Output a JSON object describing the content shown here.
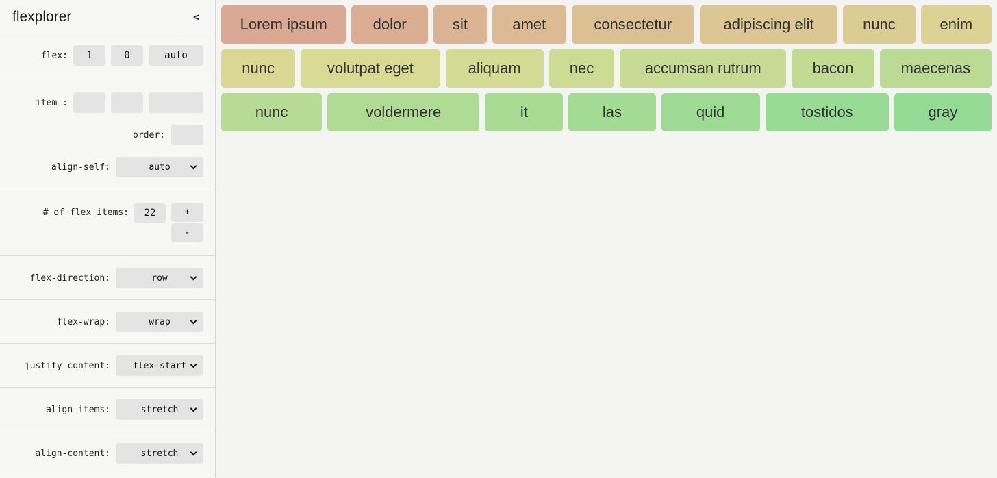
{
  "header": {
    "title": "flexplorer",
    "collapse_button": "<"
  },
  "controls": {
    "flex": {
      "label": "flex:",
      "grow": "1",
      "shrink": "0",
      "basis": "auto"
    },
    "item": {
      "label": "item :",
      "values": [
        "",
        "",
        ""
      ]
    },
    "order": {
      "label": "order:",
      "value": ""
    },
    "align_self": {
      "label": "align-self:",
      "value": "auto"
    },
    "count": {
      "label": "# of flex items:",
      "value": "22",
      "increment_label": "+",
      "decrement_label": "-"
    },
    "flex_direction": {
      "label": "flex-direction:",
      "value": "row"
    },
    "flex_wrap": {
      "label": "flex-wrap:",
      "value": "wrap"
    },
    "justify_content": {
      "label": "justify-content:",
      "value": "flex-start"
    },
    "align_items": {
      "label": "align-items:",
      "value": "stretch"
    },
    "align_content": {
      "label": "align-content:",
      "value": "stretch"
    }
  },
  "colors": {
    "sidebar_bg": "#f7f7f6",
    "stage_bg": "#f4f4f2",
    "control_bg": "#e4e4e4",
    "divider": "#dcdcdc",
    "item_text": "#333333",
    "gradient_start": "#dba894",
    "gradient_end": "#94db96"
  },
  "flex_items": [
    {
      "label": "Lorem ipsum",
      "color": "#dba894"
    },
    {
      "label": "dolor",
      "color": "#dbae94"
    },
    {
      "label": "sit",
      "color": "#dbb494"
    },
    {
      "label": "amet",
      "color": "#dbba94"
    },
    {
      "label": "consectetur",
      "color": "#dbc094"
    },
    {
      "label": "adipiscing elit",
      "color": "#dbc694"
    },
    {
      "label": "nunc",
      "color": "#dbcc94"
    },
    {
      "label": "enim",
      "color": "#dbd294"
    },
    {
      "label": "nunc",
      "color": "#dbd894"
    },
    {
      "label": "volutpat eget",
      "color": "#d9db94"
    },
    {
      "label": "aliquam",
      "color": "#d3db94"
    },
    {
      "label": "nec",
      "color": "#cddb94"
    },
    {
      "label": "accumsan rutrum",
      "color": "#c7db94"
    },
    {
      "label": "bacon",
      "color": "#c1db94"
    },
    {
      "label": "maecenas",
      "color": "#bbdb94"
    },
    {
      "label": "nunc",
      "color": "#b5db94"
    },
    {
      "label": "voldermere",
      "color": "#afdb94"
    },
    {
      "label": "it",
      "color": "#a9db94"
    },
    {
      "label": "las",
      "color": "#a3db94"
    },
    {
      "label": "quid",
      "color": "#9ddb94"
    },
    {
      "label": "tostidos",
      "color": "#97db94"
    },
    {
      "label": "gray",
      "color": "#94db96"
    }
  ]
}
